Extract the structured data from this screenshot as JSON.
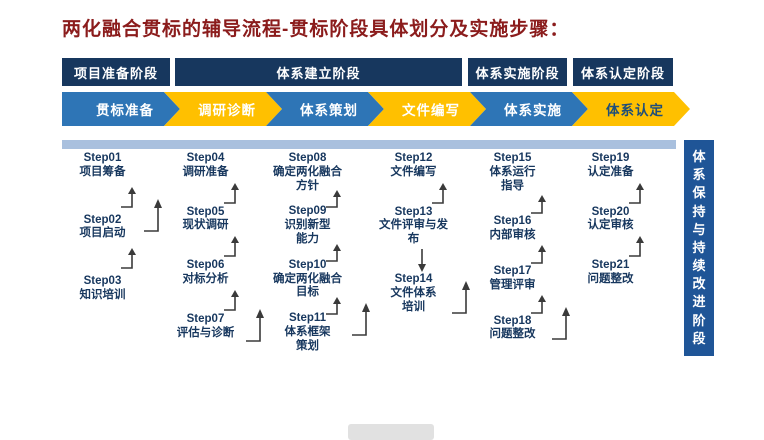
{
  "title": "两化融合贯标的辅导流程-贯标阶段具体划分及实施步骤：",
  "phases": [
    {
      "label": "项目准备阶段"
    },
    {
      "label": "体系建立阶段"
    },
    {
      "label": "体系实施阶段"
    },
    {
      "label": "体系认定阶段"
    }
  ],
  "chevrons": [
    {
      "label": "贯标准备",
      "color": "#2E75B6",
      "text_color": "#FFFFFF"
    },
    {
      "label": "调研诊断",
      "color": "#FFC000",
      "text_color": "#FFFFFF"
    },
    {
      "label": "体系策划",
      "color": "#2E75B6",
      "text_color": "#FFFFFF"
    },
    {
      "label": "文件编写",
      "color": "#FFC000",
      "text_color": "#FFFFFF"
    },
    {
      "label": "体系实施",
      "color": "#2E75B6",
      "text_color": "#FFFFFF"
    },
    {
      "label": "体系认定",
      "color": "#FFC000",
      "text_color": "#1F4E79"
    }
  ],
  "side_bar": {
    "label": "体系保持与持续改进阶段"
  },
  "columns": [
    {
      "steps": [
        {
          "id": "Step01",
          "label": "项目筹备"
        },
        {
          "id": "Step02",
          "label": "项目启动"
        },
        {
          "id": "Step03",
          "label": "知识培训"
        }
      ]
    },
    {
      "steps": [
        {
          "id": "Step04",
          "label": "调研准备"
        },
        {
          "id": "Step05",
          "label": "现状调研"
        },
        {
          "id": "Step06",
          "label": "对标分析"
        },
        {
          "id": "Step07",
          "label": "评估与诊断"
        }
      ]
    },
    {
      "steps": [
        {
          "id": "Step08",
          "label": "确定两化融合\n方针"
        },
        {
          "id": "Step09",
          "label": "识别新型\n能力"
        },
        {
          "id": "Step10",
          "label": "确定两化融合\n目标"
        },
        {
          "id": "Step11",
          "label": "体系框架\n策划"
        }
      ]
    },
    {
      "steps": [
        {
          "id": "Step12",
          "label": "文件编写"
        },
        {
          "id": "Step13",
          "label": "文件评审与发\n布"
        },
        {
          "id": "Step14",
          "label": "文件体系\n培训"
        }
      ]
    },
    {
      "steps": [
        {
          "id": "Step15",
          "label": "体系运行\n指导"
        },
        {
          "id": "Step16",
          "label": "内部审核"
        },
        {
          "id": "Step17",
          "label": "管理评审"
        },
        {
          "id": "Step18",
          "label": "问题整改"
        }
      ]
    },
    {
      "steps": [
        {
          "id": "Step19",
          "label": "认定准备"
        },
        {
          "id": "Step20",
          "label": "认定审核"
        },
        {
          "id": "Step21",
          "label": "问题整改"
        }
      ]
    }
  ],
  "colors": {
    "title_text": "#8B1C1C",
    "phase_bar": "#17375E",
    "chevron_blue": "#2E75B6",
    "chevron_yellow": "#FFC000",
    "timeline_bar": "#A9C0DE",
    "sidebar_bar": "#1F5597",
    "step_text": "#17375E",
    "arrow": "#3A3A3A"
  }
}
